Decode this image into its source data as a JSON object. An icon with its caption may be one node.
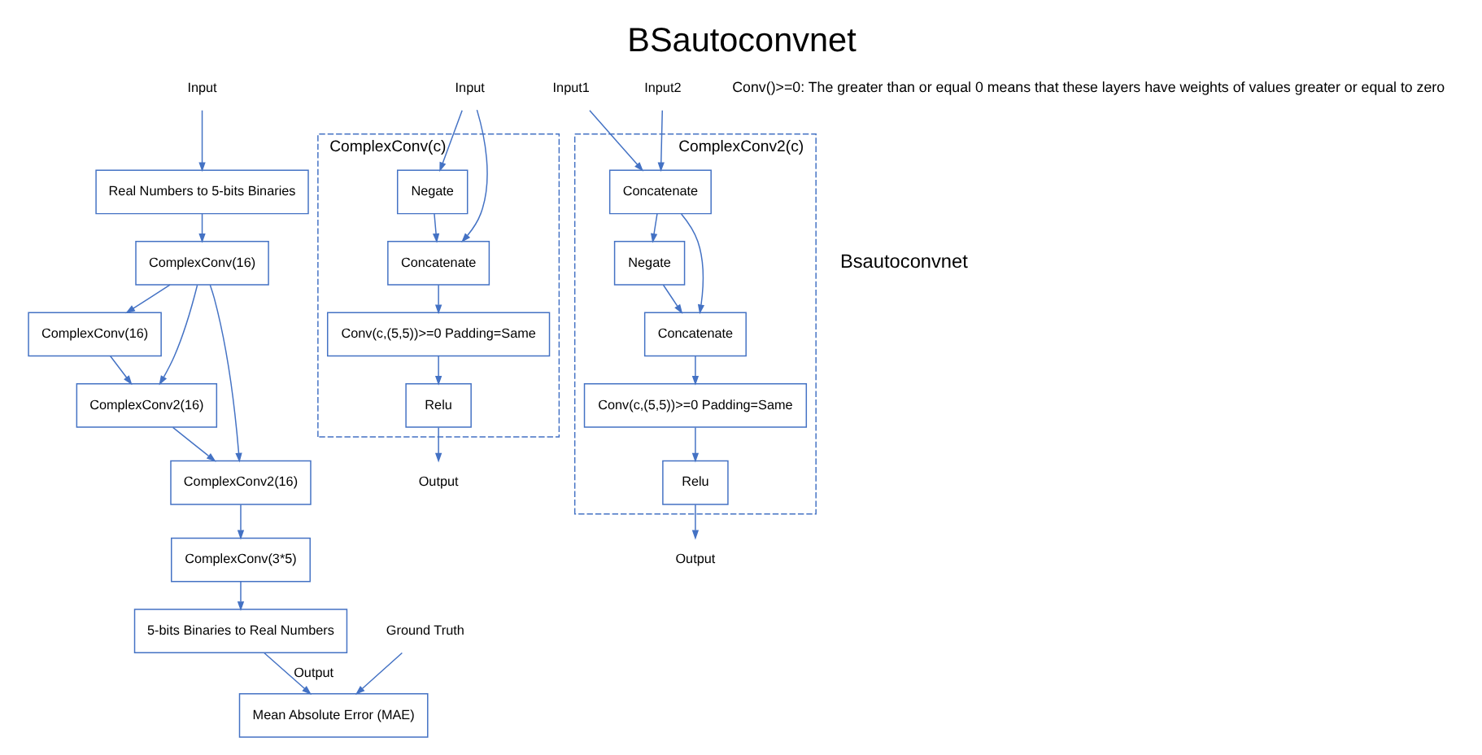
{
  "diagram": {
    "title": "BSautoconvnet",
    "caption": "Conv()>=0: The greater than or equal 0 means that these layers have weights of values greater or equal to zero",
    "nodes": [
      {
        "text": [
          "Input"
        ]
      },
      {
        "text": [
          "Real Numbers to 5-bits Binaries"
        ]
      },
      {
        "text": [
          "ComplexConv(16)"
        ]
      },
      {
        "text": [
          "ComplexConv(16)"
        ]
      },
      {
        "text": [
          "ComplexConv2(16)"
        ]
      },
      {
        "text": [
          "ComplexConv2(16)"
        ]
      },
      {
        "text": [
          "ComplexConv(3*5)"
        ]
      },
      {
        "text": [
          "5-bits Binaries to Real Numbers"
        ]
      },
      {
        "text": [
          "Mean Absolute Error (MAE)"
        ]
      },
      {
        "text": [
          "Ground Truth"
        ]
      },
      {
        "text": [
          "Input"
        ]
      },
      {
        "text": [
          "ComplexConv(c)"
        ]
      },
      {
        "text": [
          "Negate"
        ],
        "in": 11
      },
      {
        "text": [
          "Concatenate"
        ],
        "in": 11
      },
      {
        "text": [
          "Conv(c,(5,5))>=0 Padding=Same"
        ],
        "in": 11
      },
      {
        "text": [
          "Relu"
        ],
        "in": 11
      },
      {
        "text": [
          "Output"
        ]
      },
      {
        "text": [
          "Input1"
        ]
      },
      {
        "text": [
          "Input2"
        ]
      },
      {
        "text": [
          "ComplexConv2(c)"
        ]
      },
      {
        "text": [
          "Concatenate"
        ],
        "in": 19
      },
      {
        "text": [
          "Negate"
        ],
        "in": 19
      },
      {
        "text": [
          "Concatenate"
        ],
        "in": 19
      },
      {
        "text": [
          "Conv(c,(5,5))>=0 Padding=Same"
        ],
        "in": 19
      },
      {
        "text": [
          "Relu"
        ],
        "in": 19
      },
      {
        "text": [
          "Output"
        ]
      }
    ],
    "edges": [
      {
        "from": 0,
        "to": 1,
        "arrow": "to"
      },
      {
        "from": 1,
        "to": 2,
        "arrow": "to"
      },
      {
        "from": 2,
        "to": 3,
        "arrow": "to"
      },
      {
        "from": 2,
        "to": 4,
        "arrow": "to"
      },
      {
        "from": 2,
        "to": 5,
        "arrow": "to"
      },
      {
        "from": 3,
        "to": 4,
        "arrow": "to"
      },
      {
        "from": 4,
        "to": 5,
        "arrow": "to"
      },
      {
        "from": 5,
        "to": 6,
        "arrow": "to"
      },
      {
        "from": 6,
        "to": 7,
        "arrow": "to"
      },
      {
        "from": 7,
        "to": 8,
        "arrow": "to",
        "label": "Output"
      },
      {
        "from": 9,
        "to": 8,
        "arrow": "to"
      },
      {
        "from": 10,
        "to": 12,
        "arrow": "to"
      },
      {
        "from": 10,
        "to": 13,
        "arrow": "to"
      },
      {
        "from": 12,
        "to": 13,
        "arrow": "to"
      },
      {
        "from": 13,
        "to": 14,
        "arrow": "to"
      },
      {
        "from": 14,
        "to": 15,
        "arrow": "to"
      },
      {
        "from": 15,
        "to": 16,
        "arrow": "to"
      },
      {
        "from": 17,
        "to": 20,
        "arrow": "to"
      },
      {
        "from": 18,
        "to": 20,
        "arrow": "to"
      },
      {
        "from": 20,
        "to": 21,
        "arrow": "to"
      },
      {
        "from": 20,
        "to": 22,
        "arrow": "to"
      },
      {
        "from": 21,
        "to": 22,
        "arrow": "to"
      },
      {
        "from": 22,
        "to": 23,
        "arrow": "to"
      },
      {
        "from": 23,
        "to": 24,
        "arrow": "to"
      },
      {
        "from": 24,
        "to": 25,
        "arrow": "to"
      }
    ],
    "labels": [
      "Bsautoconvnet"
    ]
  }
}
